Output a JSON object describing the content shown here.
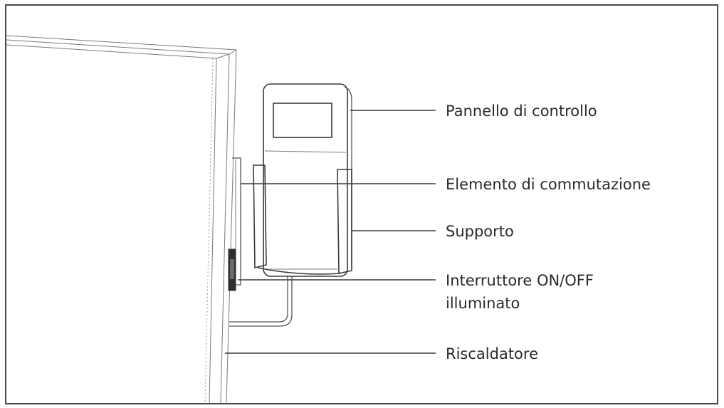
{
  "diagram": {
    "labels": {
      "control_panel": "Pannello di controllo",
      "switching_element": "Elemento di commutazione",
      "holder": "Supporto",
      "switch_line1": "Interruttore ON/OFF",
      "switch_line2": "illuminato",
      "heater": "Riscaldatore"
    }
  }
}
